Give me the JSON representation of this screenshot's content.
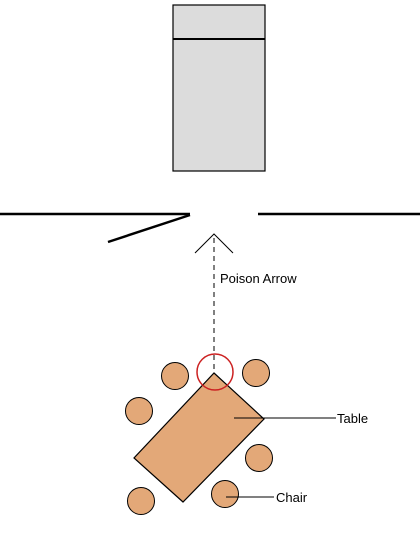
{
  "labels": {
    "arrow": "Poison Arrow",
    "table": "Table",
    "chair": "Chair"
  },
  "colors": {
    "background": "#ffffff",
    "stroke": "#000000",
    "cabinet_fill": "#dcdcdc",
    "furniture_fill": "#e3a878",
    "highlight_ring": "#cc2222"
  },
  "icons": {
    "cabinet": "cabinet-shape",
    "wall": "wall-line",
    "door": "open-door-leaf",
    "arrow": "dashed-arrow",
    "table": "rectangle-table",
    "chair": "round-chair",
    "highlight": "red-circle"
  }
}
